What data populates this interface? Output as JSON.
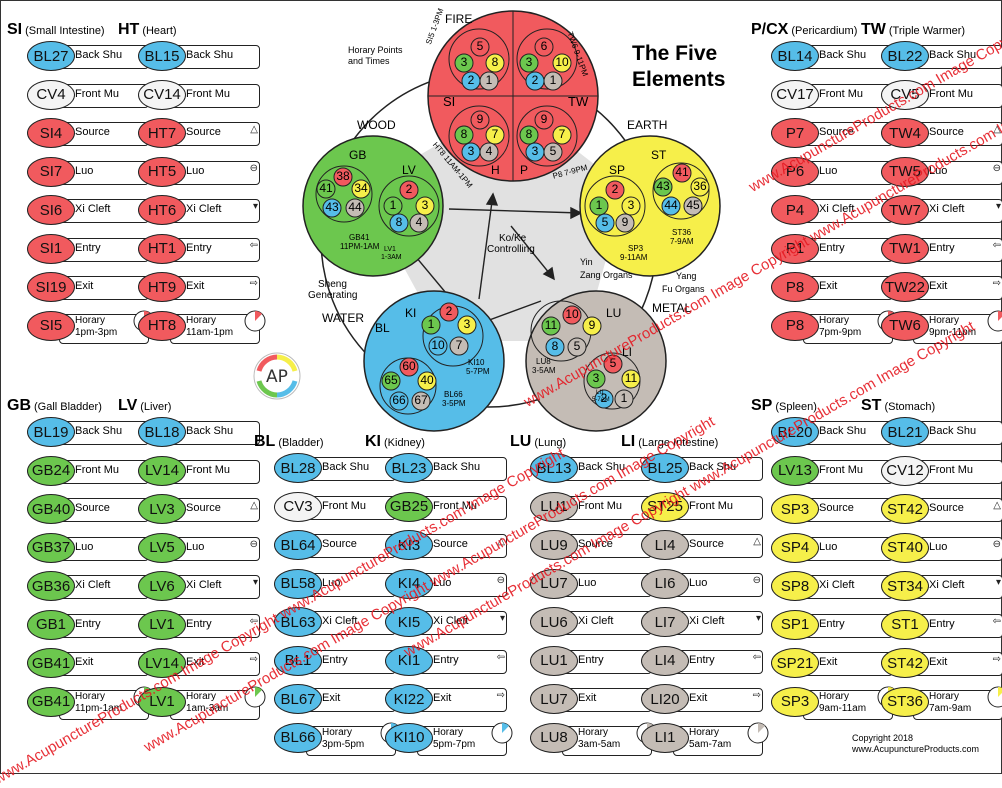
{
  "title_lines": [
    "The Five",
    "Elements"
  ],
  "copyright_lines": [
    "Copyright 2018",
    "www.AcupunctureProducts.com"
  ],
  "colors": {
    "fire": "#f15a5e",
    "earth": "#f6ef4a",
    "metal": "#c4bcb5",
    "water": "#56bde8",
    "wood": "#6cc74e",
    "gray": "#e1e1e1",
    "white": "#f4f4f4",
    "watermark": "#e51a22"
  },
  "meridians": [
    {
      "code": "SI",
      "name": "(Small Intestine)",
      "color": "fire",
      "points": [
        "BL27",
        "CV4",
        "SI4",
        "SI7",
        "SI6",
        "SI1",
        "SI19",
        "SI5"
      ],
      "fills": [
        "water",
        "white",
        "fire",
        "fire",
        "fire",
        "fire",
        "fire",
        "fire"
      ],
      "horary": "1pm-3pm",
      "clock_frac": 0.083,
      "clock_color": "fire"
    },
    {
      "code": "HT",
      "name": "(Heart)",
      "color": "fire",
      "points": [
        "BL15",
        "CV14",
        "HT7",
        "HT5",
        "HT6",
        "HT1",
        "HT9",
        "HT8"
      ],
      "fills": [
        "water",
        "white",
        "fire",
        "fire",
        "fire",
        "fire",
        "fire",
        "fire"
      ],
      "horary": "11am-1pm",
      "clock_frac": 0.083,
      "clock_color": "fire"
    },
    {
      "code": "P/CX",
      "name": "(Pericardium)",
      "color": "fire",
      "points": [
        "BL14",
        "CV17",
        "P7",
        "P6",
        "P4",
        "P1",
        "P8",
        "P8"
      ],
      "fills": [
        "water",
        "white",
        "fire",
        "fire",
        "fire",
        "fire",
        "fire",
        "fire"
      ],
      "horary": "7pm-9pm",
      "clock_frac": 0.083,
      "clock_color": "fire"
    },
    {
      "code": "TW",
      "name": "(Triple Warmer)",
      "color": "fire",
      "points": [
        "BL22",
        "CV5",
        "TW4",
        "TW5",
        "TW7",
        "TW1",
        "TW22",
        "TW6"
      ],
      "fills": [
        "water",
        "white",
        "fire",
        "fire",
        "fire",
        "fire",
        "fire",
        "fire"
      ],
      "horary": "9pm-11pm",
      "clock_frac": 0.083,
      "clock_color": "fire"
    },
    {
      "code": "GB",
      "name": "(Gall Bladder)",
      "color": "wood",
      "points": [
        "BL19",
        "GB24",
        "GB40",
        "GB37",
        "GB36",
        "GB1",
        "GB41",
        "GB41"
      ],
      "fills": [
        "water",
        "wood",
        "wood",
        "wood",
        "wood",
        "wood",
        "wood",
        "wood"
      ],
      "horary": "11pm-1am",
      "clock_frac": 0.083,
      "clock_color": "wood"
    },
    {
      "code": "LV",
      "name": "(Liver)",
      "color": "wood",
      "points": [
        "BL18",
        "LV14",
        "LV3",
        "LV5",
        "LV6",
        "LV1",
        "LV14",
        "LV1"
      ],
      "fills": [
        "water",
        "wood",
        "wood",
        "wood",
        "wood",
        "wood",
        "wood",
        "wood"
      ],
      "horary": "1am-3am",
      "clock_frac": 0.083,
      "clock_color": "wood"
    },
    {
      "code": "BL",
      "name": "(Bladder)",
      "color": "water",
      "points": [
        "BL28",
        "CV3",
        "BL64",
        "BL58",
        "BL63",
        "BL1",
        "BL67",
        "BL66"
      ],
      "fills": [
        "water",
        "white",
        "water",
        "water",
        "water",
        "water",
        "water",
        "water"
      ],
      "horary": "3pm-5pm",
      "clock_frac": 0.083,
      "clock_color": "water"
    },
    {
      "code": "KI",
      "name": "(Kidney)",
      "color": "water",
      "points": [
        "BL23",
        "GB25",
        "KI3",
        "KI4",
        "KI5",
        "KI1",
        "KI22",
        "KI10"
      ],
      "fills": [
        "water",
        "wood",
        "water",
        "water",
        "water",
        "water",
        "water",
        "water"
      ],
      "horary": "5pm-7pm",
      "clock_frac": 0.083,
      "clock_color": "water"
    },
    {
      "code": "LU",
      "name": "(Lung)",
      "color": "metal",
      "points": [
        "BL13",
        "LU1",
        "LU9",
        "LU7",
        "LU6",
        "LU1",
        "LU7",
        "LU8"
      ],
      "fills": [
        "water",
        "metal",
        "metal",
        "metal",
        "metal",
        "metal",
        "metal",
        "metal"
      ],
      "horary": "3am-5am",
      "clock_frac": 0.083,
      "clock_color": "metal"
    },
    {
      "code": "LI",
      "name": "(Large Intestine)",
      "color": "metal",
      "points": [
        "BL25",
        "ST25",
        "LI4",
        "LI6",
        "LI7",
        "LI4",
        "LI20",
        "LI1"
      ],
      "fills": [
        "water",
        "earth",
        "metal",
        "metal",
        "metal",
        "metal",
        "metal",
        "metal"
      ],
      "horary": "5am-7am",
      "clock_frac": 0.083,
      "clock_color": "metal"
    },
    {
      "code": "SP",
      "name": "(Spleen)",
      "color": "earth",
      "points": [
        "BL20",
        "LV13",
        "SP3",
        "SP4",
        "SP8",
        "SP1",
        "SP21",
        "SP3"
      ],
      "fills": [
        "water",
        "wood",
        "earth",
        "earth",
        "earth",
        "earth",
        "earth",
        "earth"
      ],
      "horary": "9am-11am",
      "clock_frac": 0.083,
      "clock_color": "earth"
    },
    {
      "code": "ST",
      "name": "(Stomach)",
      "color": "earth",
      "points": [
        "BL21",
        "CV12",
        "ST42",
        "ST40",
        "ST34",
        "ST1",
        "ST42",
        "ST36"
      ],
      "fills": [
        "water",
        "white",
        "earth",
        "earth",
        "earth",
        "earth",
        "earth",
        "earth"
      ],
      "horary": "7am-9am",
      "clock_frac": 0.083,
      "clock_color": "earth"
    }
  ],
  "row_labels": [
    "Back Shu",
    "Front Mu",
    "Source",
    "Luo",
    "Xi Cleft",
    "Entry",
    "Exit",
    "Horary"
  ],
  "elements": {
    "fire": {
      "label": "FIRE",
      "organs": [
        "SI",
        "TW",
        "H",
        "P"
      ],
      "numbers_SI": [
        "5",
        "3",
        "8",
        "2",
        "1"
      ],
      "numbers_TW": [
        "6",
        "3",
        "10",
        "2",
        "1"
      ],
      "numbers_H": [
        "9",
        "8",
        "7",
        "3",
        "4"
      ],
      "numbers_P": [
        "9",
        "8",
        "7",
        "3",
        "5"
      ],
      "times": [
        "SI5 1-3PM",
        "TW6 9-11PM",
        "HT8 11AM-1PM",
        "P8 7-9PM"
      ]
    },
    "earth": {
      "label": "EARTH",
      "organs": [
        "SP",
        "ST"
      ],
      "numbers_SP": [
        "2",
        "1",
        "3",
        "5",
        "9"
      ],
      "numbers_ST": [
        "41",
        "43",
        "36",
        "44",
        "45"
      ],
      "times": [
        "SP3",
        "9-11AM",
        "ST36",
        "7-9AM"
      ]
    },
    "metal": {
      "label": "METAL",
      "organs": [
        "LU",
        "LI"
      ],
      "numbers_LU": [
        "10",
        "11",
        "9",
        "8",
        "5"
      ],
      "numbers_LI": [
        "5",
        "3",
        "11",
        "2",
        "1"
      ],
      "times": [
        "LU8",
        "3-5AM",
        "LI1",
        "5-7AM"
      ]
    },
    "water": {
      "label": "WATER",
      "organs": [
        "BL",
        "KI"
      ],
      "numbers_BL": [
        "60",
        "65",
        "40",
        "66",
        "67"
      ],
      "numbers_KI": [
        "2",
        "1",
        "3",
        "10",
        "7"
      ],
      "times": [
        "BL66",
        "3-5PM",
        "KI10",
        "5-7PM"
      ]
    },
    "wood": {
      "label": "WOOD",
      "organs": [
        "GB",
        "LV"
      ],
      "numbers_GB": [
        "38",
        "41",
        "34",
        "43",
        "44"
      ],
      "numbers_LV": [
        "2",
        "1",
        "3",
        "8",
        "4"
      ],
      "times": [
        "GB41",
        "11PM-1AM",
        "LV1",
        "1-3AM"
      ]
    }
  },
  "annotations": {
    "horary_points": [
      "Horary Points",
      "and Times"
    ],
    "ko_ke": [
      "Ko/Ke",
      "Controlling"
    ],
    "sheng": [
      "Sheng",
      "Generating"
    ],
    "yin": "Yin",
    "zang": "Zang Organs",
    "yang": "Yang",
    "fu": "Fu Organs"
  },
  "watermark_text": "www.AcupunctureProducts.com Image Copyright www.AcupunctureProducts.com Image Copyright"
}
